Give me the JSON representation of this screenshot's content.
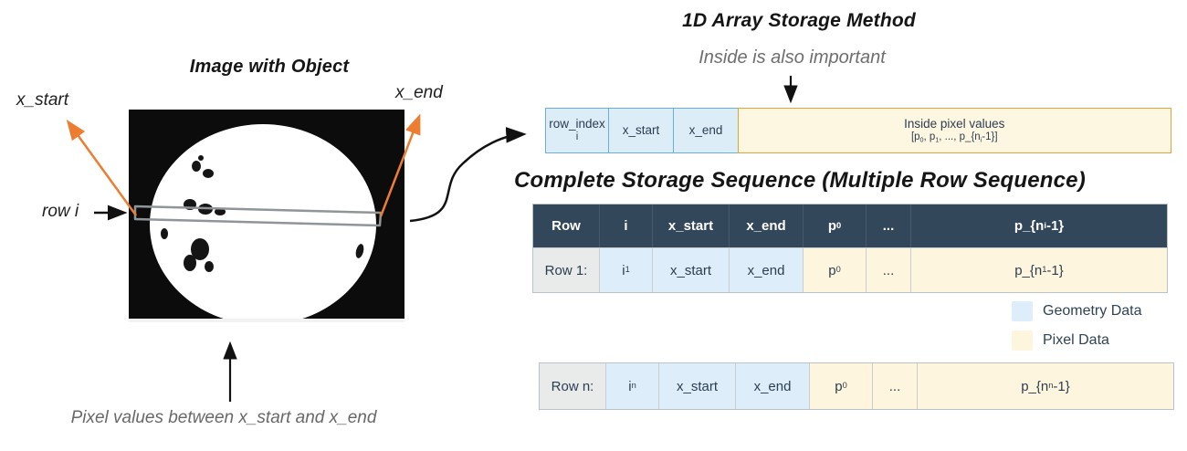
{
  "left_panel": {
    "title": "Image with Object",
    "x_start_label": "x_start",
    "x_end_label": "x_end",
    "row_label": "row i",
    "caption": "Pixel values between x_start and x_end"
  },
  "array_diagram": {
    "title": "1D Array Storage Method",
    "subtitle": "Inside is also important",
    "cells": {
      "row_index": {
        "line1": "row_index",
        "line2": [
          {
            "t": "i"
          }
        ]
      },
      "x_start": "x_start",
      "x_end": "x_end",
      "inside": {
        "line1": "Inside pixel values",
        "line2": [
          {
            "t": "[p"
          },
          {
            "t": "0",
            "sub": true
          },
          {
            "t": ", p"
          },
          {
            "t": "1",
            "sub": true
          },
          {
            "t": ", ..., p_{n"
          },
          {
            "t": "i",
            "sub": true
          },
          {
            "t": "-1}]"
          }
        ]
      }
    }
  },
  "sequence": {
    "title": "Complete Storage Sequence (Multiple Row Sequence)",
    "header": [
      [
        {
          "t": "Row"
        }
      ],
      [
        {
          "t": "i"
        }
      ],
      [
        {
          "t": "x_start"
        }
      ],
      [
        {
          "t": "x_end"
        }
      ],
      [
        {
          "t": "p"
        },
        {
          "t": "0",
          "sub": true
        }
      ],
      [
        {
          "t": "..."
        }
      ],
      [
        {
          "t": "p_{n"
        },
        {
          "t": "i",
          "sub": true
        },
        {
          "t": "-1}"
        }
      ]
    ],
    "row1": [
      [
        {
          "t": "Row 1:"
        }
      ],
      [
        {
          "t": "i"
        },
        {
          "t": "1",
          "sub": true
        }
      ],
      [
        {
          "t": "x_start"
        }
      ],
      [
        {
          "t": "x_end"
        }
      ],
      [
        {
          "t": "p"
        },
        {
          "t": "0",
          "sub": true
        }
      ],
      [
        {
          "t": "..."
        }
      ],
      [
        {
          "t": "p_{n"
        },
        {
          "t": "1",
          "sub": true
        },
        {
          "t": "-1}"
        }
      ]
    ],
    "rown": [
      [
        {
          "t": "Row n:"
        }
      ],
      [
        {
          "t": "i"
        },
        {
          "t": "n",
          "sub": true
        }
      ],
      [
        {
          "t": "x_start"
        }
      ],
      [
        {
          "t": "x_end"
        }
      ],
      [
        {
          "t": "p"
        },
        {
          "t": "0",
          "sub": true
        }
      ],
      [
        {
          "t": "..."
        }
      ],
      [
        {
          "t": "p_{n"
        },
        {
          "t": "n",
          "sub": true
        },
        {
          "t": "-1}"
        }
      ]
    ]
  },
  "legend": {
    "items": [
      {
        "label": "Geometry Data",
        "color": "#ddeefa"
      },
      {
        "label": "Pixel Data",
        "color": "#fdf5dd"
      }
    ]
  },
  "colors": {
    "geometry_fill": "#dcedf8",
    "geometry_border": "#6ab0d6",
    "pixel_fill": "#fdf6e0",
    "pixel_border": "#e2a23e",
    "table_header_bg": "#33475a",
    "row_label_bg": "#e9eaea",
    "accent_orange": "#ed7d31",
    "text_dark": "#2c3e50"
  }
}
